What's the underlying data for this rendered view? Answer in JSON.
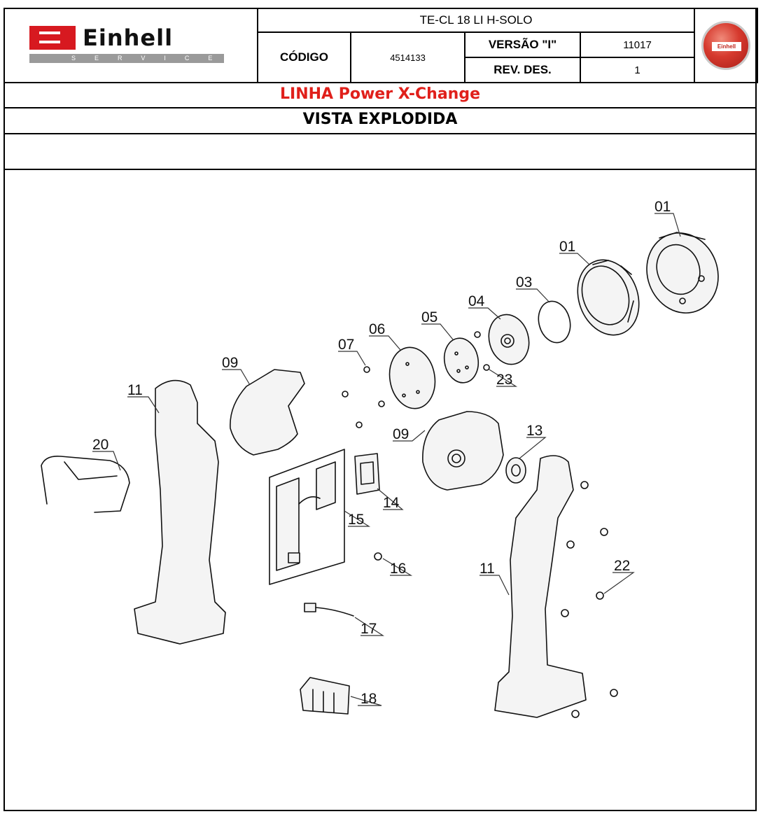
{
  "header": {
    "brand": "Einhell",
    "brand_sub": "SERVICE",
    "model": "TE-CL 18 LI H-SOLO",
    "codigo_label": "CÓDIGO",
    "codigo_value": "4514133",
    "versao_label": "VERSÃO \"I\"",
    "versao_value": "11017",
    "rev_label": "REV. DES.",
    "rev_value": "1",
    "seal_text": "Einhell"
  },
  "linha": "LINHA Power X-Change",
  "vista": "VISTA EXPLODIDA",
  "parts": [
    {
      "id": "p01a",
      "label": "01"
    },
    {
      "id": "p01b",
      "label": "01"
    },
    {
      "id": "p03",
      "label": "03"
    },
    {
      "id": "p04",
      "label": "04"
    },
    {
      "id": "p05",
      "label": "05"
    },
    {
      "id": "p06",
      "label": "06"
    },
    {
      "id": "p07",
      "label": "07"
    },
    {
      "id": "p09a",
      "label": "09"
    },
    {
      "id": "p09b",
      "label": "09"
    },
    {
      "id": "p11a",
      "label": "11"
    },
    {
      "id": "p11b",
      "label": "11"
    },
    {
      "id": "p13",
      "label": "13"
    },
    {
      "id": "p14",
      "label": "14"
    },
    {
      "id": "p15",
      "label": "15"
    },
    {
      "id": "p16",
      "label": "16"
    },
    {
      "id": "p17",
      "label": "17"
    },
    {
      "id": "p18",
      "label": "18"
    },
    {
      "id": "p20",
      "label": "20"
    },
    {
      "id": "p22",
      "label": "22"
    },
    {
      "id": "p23",
      "label": "23"
    }
  ]
}
